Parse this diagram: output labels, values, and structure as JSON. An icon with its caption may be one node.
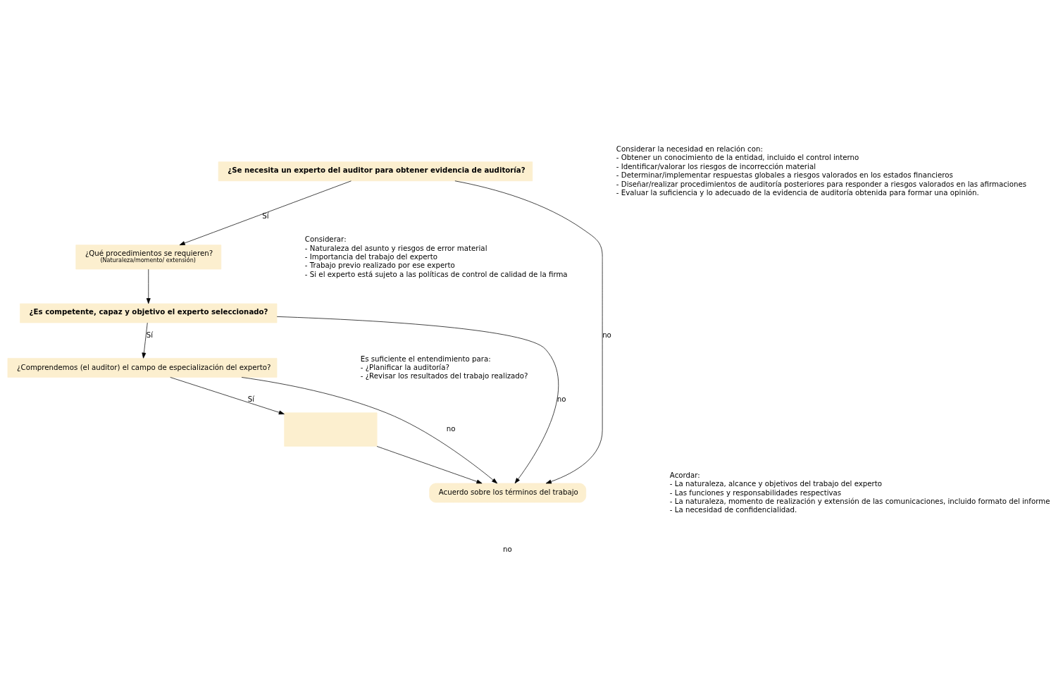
{
  "diagram": {
    "nodes": [
      {
        "text": [
          "¿Se necesita un experto del auditor para obtener evidencia de auditoría?"
        ]
      },
      {
        "text": [
          "¿Qué procedimientos se requieren?",
          "(Naturaleza/momento/ extensión)"
        ]
      },
      {
        "text": [
          "¿Es competente, capaz y objetivo el experto seleccionado?"
        ]
      },
      {
        "text": [
          "¿Comprendemos (el auditor) el campo de especialización del experto?"
        ]
      },
      {
        "text": [],
        "shape": "box"
      },
      {
        "text": [
          "Acuerdo sobre los términos del trabajo"
        ]
      }
    ],
    "edges": [
      {
        "from": 0,
        "to": 1,
        "arrow": "to",
        "label": "Sí"
      },
      {
        "from": 0,
        "to": 5,
        "arrow": "to",
        "label": "no"
      },
      {
        "from": 1,
        "to": 2,
        "arrow": "to"
      },
      {
        "from": 2,
        "to": 3,
        "arrow": "to",
        "label": "Sí"
      },
      {
        "from": 2,
        "to": 5,
        "arrow": "to",
        "label": "no"
      },
      {
        "from": 3,
        "to": 4,
        "arrow": "to",
        "label": "Sí"
      },
      {
        "from": 3,
        "to": 5,
        "arrow": "to",
        "label": "no"
      },
      {
        "from": 4,
        "to": 5,
        "arrow": "to"
      }
    ],
    "labels": [
      "Considerar la necesidad en relación con:",
      "- Obtener un conocimiento de la entidad, incluido el control interno",
      "- Identificar/valorar los riesgos de incorrección material",
      "- Determinar/implementar respuestas globales a riesgos valorados en los estados financieros",
      "- Diseñar/realizar procedimientos de auditoría posteriores para responder a riesgos valorados en las afirmaciones",
      "- Evaluar la suficiencia y lo adecuado de la evidencia de auditoría obtenida para formar una opinión.",
      "Considerar:",
      "- Naturaleza del asunto y riesgos de error material",
      "- Importancia del trabajo del experto",
      "- Trabajo previo realizado por ese experto",
      "- Si el experto está sujeto a las políticas de control de calidad de la firma",
      "Es suficiente el entendimiento para:",
      "- ¿Planificar la auditoría?",
      "- ¿Revisar los resultados del trabajo realizado?",
      "Acordar:",
      "- La naturaleza, alcance y objetivos del trabajo del experto",
      "- Las funciones y responsabilidades respectivas",
      "- La naturaleza, momento de realización y extensión de las comunicaciones, incluido formato del informe",
      "- La necesidad de confidencialidad.",
      "no"
    ]
  }
}
